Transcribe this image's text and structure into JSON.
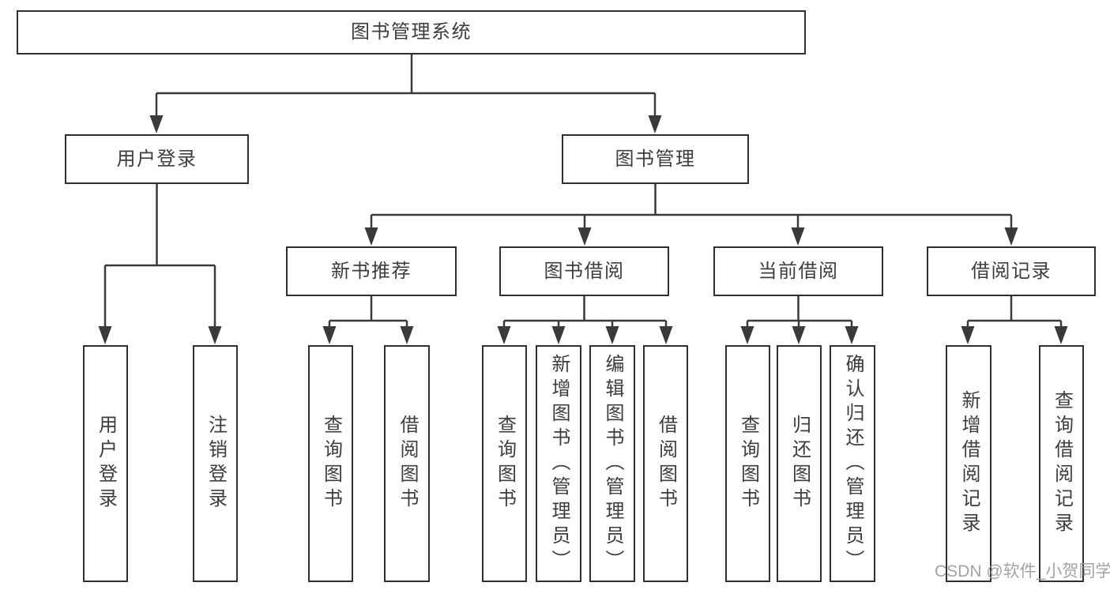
{
  "nodes": {
    "root": {
      "label": "图书管理系统"
    },
    "user_login": {
      "label": "用户登录"
    },
    "book_mgmt": {
      "label": "图书管理"
    },
    "modules": [
      {
        "label": "新书推荐"
      },
      {
        "label": "图书借阅"
      },
      {
        "label": "当前借阅"
      },
      {
        "label": "借阅记录"
      }
    ],
    "leaves": [
      {
        "label": "用户登录"
      },
      {
        "label": "注销登录"
      },
      {
        "label": "查询图书"
      },
      {
        "label": "借阅图书"
      },
      {
        "label": "查询图书"
      },
      {
        "label": "新增图书（管理员）"
      },
      {
        "label": "编辑图书（管理员）"
      },
      {
        "label": "借阅图书"
      },
      {
        "label": "查询图书"
      },
      {
        "label": "归还图书"
      },
      {
        "label": "确认归还（管理员）"
      },
      {
        "label": "新增借阅记录"
      },
      {
        "label": "查询借阅记录"
      }
    ]
  },
  "watermark": {
    "text": "CSDN @软件_小贺同学"
  },
  "colors": {
    "line": "#3a3a3a",
    "box_border": "#2f2f2f",
    "text": "#3d3d3d",
    "watermark": "#9e9e9e",
    "background": "#ffffff"
  }
}
